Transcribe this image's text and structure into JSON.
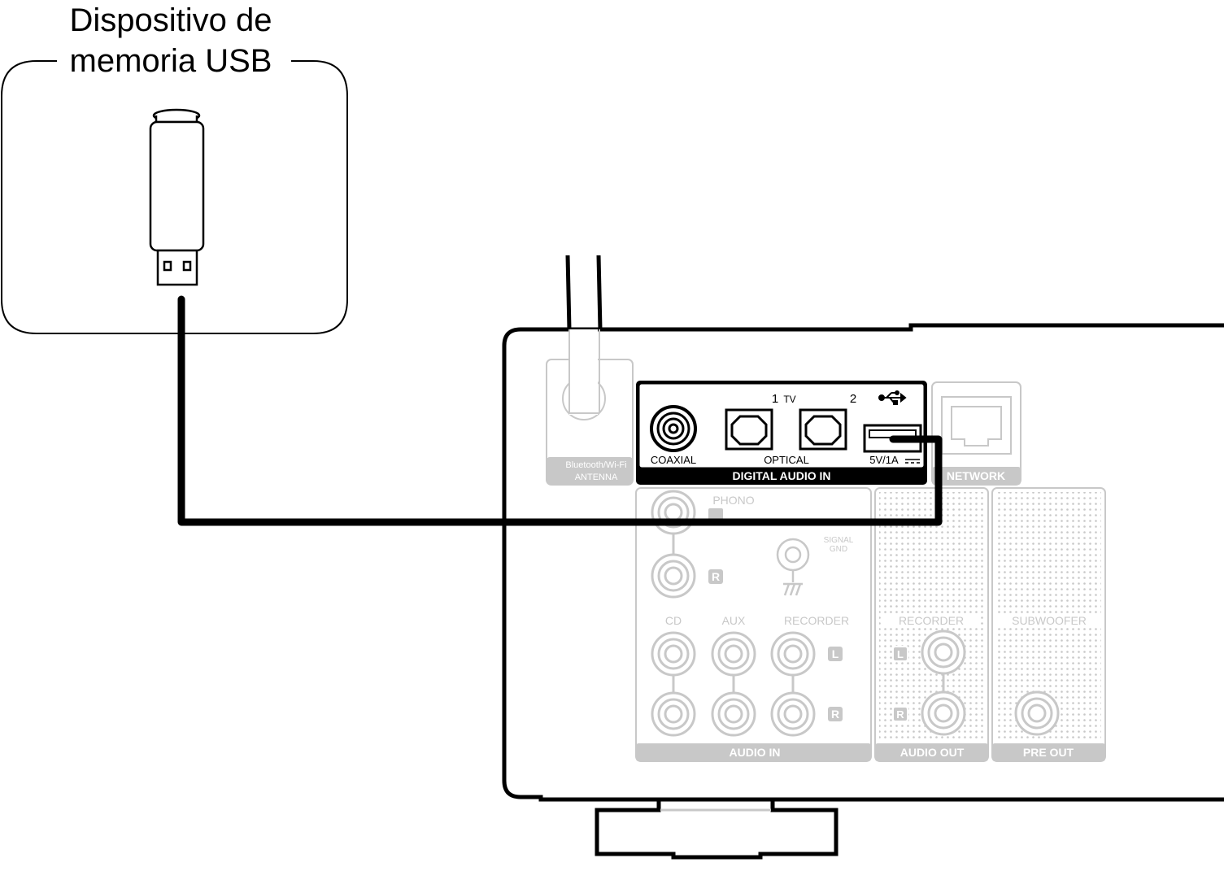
{
  "usb_device": {
    "label_line1": "Dispositivo de",
    "label_line2": "memoria USB"
  },
  "antenna": {
    "label_line1": "Bluetooth/Wi-Fi",
    "label_line2": "ANTENNA"
  },
  "digital_audio_in": {
    "group_label": "DIGITAL AUDIO IN",
    "coaxial_label": "COAXIAL",
    "optical_label": "OPTICAL",
    "optical_1_label": "1",
    "optical_1_sub": "TV",
    "optical_2_label": "2",
    "usb_port_label": "5V/1A"
  },
  "network": {
    "label": "NETWORK"
  },
  "audio_in": {
    "group_label": "AUDIO IN",
    "phono_label": "PHONO",
    "signal_gnd_line1": "SIGNAL",
    "signal_gnd_line2": "GND",
    "cd_label": "CD",
    "aux_label": "AUX",
    "recorder_label": "RECORDER",
    "left_badge": "L",
    "right_badge": "R"
  },
  "audio_out": {
    "group_label": "AUDIO OUT",
    "recorder_label": "RECORDER",
    "left_badge": "L",
    "right_badge": "R"
  },
  "pre_out": {
    "group_label": "PRE OUT",
    "subwoofer_label": "SUBWOOFER"
  },
  "colors": {
    "line": "#000000",
    "faded": "#c8c8c8",
    "panel": "#000000"
  }
}
